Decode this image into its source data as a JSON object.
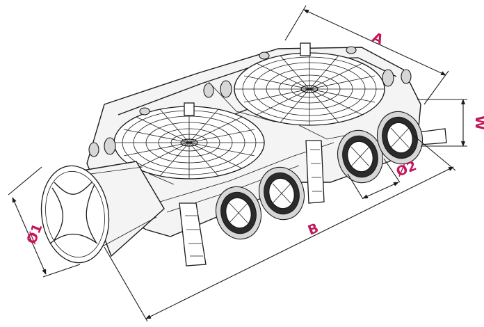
{
  "dimensions": {
    "A": "A",
    "B": "B",
    "W": "W",
    "D1": "Ø1",
    "D2": "Ø2"
  },
  "colors": {
    "label": "#c2185b",
    "line": "#1a1a1a",
    "fill": "#f4f4f4"
  }
}
